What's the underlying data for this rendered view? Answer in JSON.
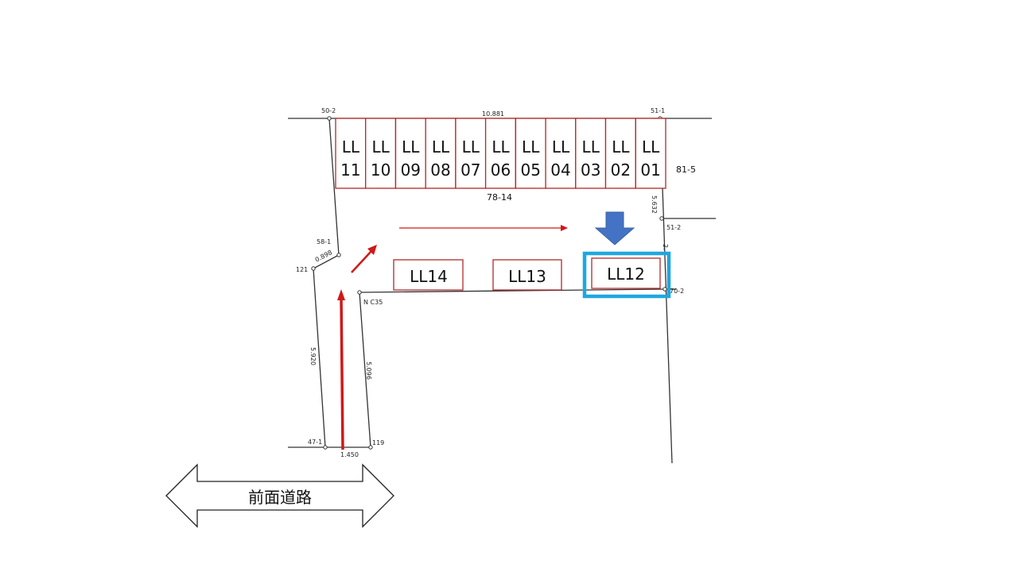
{
  "road": {
    "label": "前面道路"
  },
  "survey": {
    "north_length": "10.881",
    "west_segment": "0.898",
    "west_length": "5.920",
    "east_length": "5.096",
    "east_upper_length": "5.632",
    "east_mid_fragment": "2.",
    "entrance_width": "1.450",
    "parcel_name": "78-14",
    "neighbor_east": "81-5",
    "point_nw": "50-2",
    "point_ne": "51-1",
    "point_e1": "51-2",
    "point_e2": "70-2",
    "point_w1": "58-1",
    "point_w2": "121",
    "point_inner": "N C35",
    "point_sw": "47-1",
    "point_se": "119"
  },
  "top_row": [
    {
      "id": "LL11",
      "line1": "LL",
      "line2": "11"
    },
    {
      "id": "LL10",
      "line1": "LL",
      "line2": "10"
    },
    {
      "id": "LL09",
      "line1": "LL",
      "line2": "09"
    },
    {
      "id": "LL08",
      "line1": "LL",
      "line2": "08"
    },
    {
      "id": "LL07",
      "line1": "LL",
      "line2": "07"
    },
    {
      "id": "LL06",
      "line1": "LL",
      "line2": "06"
    },
    {
      "id": "LL05",
      "line1": "LL",
      "line2": "05"
    },
    {
      "id": "LL04",
      "line1": "LL",
      "line2": "04"
    },
    {
      "id": "LL03",
      "line1": "LL",
      "line2": "03"
    },
    {
      "id": "LL02",
      "line1": "LL",
      "line2": "02"
    },
    {
      "id": "LL01",
      "line1": "LL",
      "line2": "01"
    }
  ],
  "bottom_row": [
    {
      "id": "LL14",
      "label": "LL14"
    },
    {
      "id": "LL13",
      "label": "LL13"
    },
    {
      "id": "LL12",
      "label": "LL12",
      "highlighted": true
    }
  ],
  "colors": {
    "slot_border": "#b22a2a",
    "route_arrow": "#d01818",
    "highlight": "#1fa7e0",
    "pointer_arrow": "#4472c4"
  }
}
